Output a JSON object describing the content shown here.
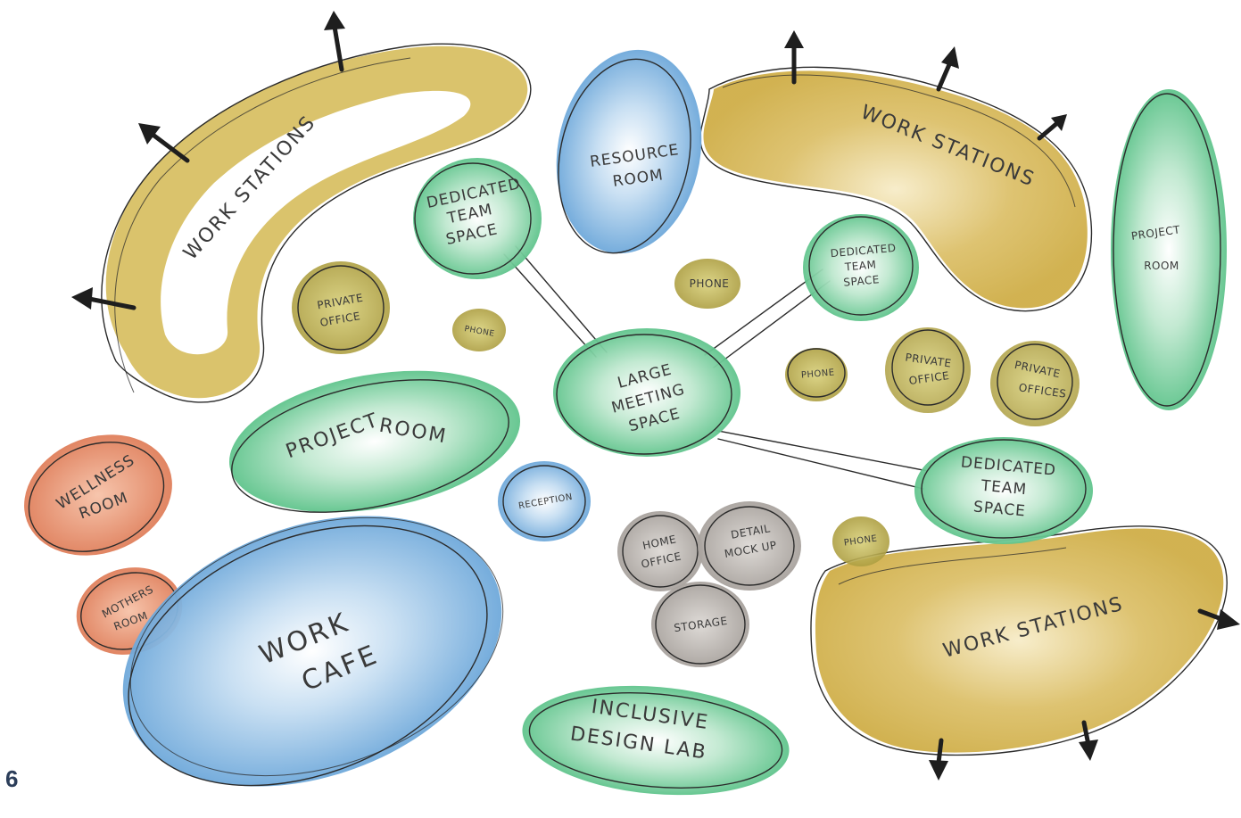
{
  "page_number": "6",
  "colors": {
    "workstations": "#d4b24c",
    "green": "#5cc48a",
    "blue": "#6fa8d8",
    "orange": "#e0805c",
    "olive": "#b5a84a",
    "gray": "#a9a4a0"
  },
  "labels": {
    "ws_topleft": "WORK STATIONS",
    "ws_topright": "WORK STATIONS",
    "ws_bottomright": "WORK STATIONS",
    "resource_room": [
      "RESOURCE",
      "ROOM"
    ],
    "dts_left": [
      "DEDICATED",
      "TEAM",
      "SPACE"
    ],
    "dts_top": [
      "DEDICATED",
      "TEAM",
      "SPACE"
    ],
    "dts_right": [
      "DEDICATED",
      "TEAM",
      "SPACE"
    ],
    "project_room_right": [
      "PROJECT",
      "ROOM"
    ],
    "project_room_left": [
      "PROJECT",
      "ROOM"
    ],
    "private_office_left": [
      "PRIVATE",
      "OFFICE"
    ],
    "private_office_mid": [
      "PRIVATE",
      "OFFICE"
    ],
    "private_offices": [
      "PRIVATE",
      "OFFICES"
    ],
    "phone_1": "PHONE",
    "phone_2": "PHONE",
    "phone_3": "PHONE",
    "phone_4": "PHONE",
    "large_meeting": [
      "LARGE",
      "MEETING",
      "SPACE"
    ],
    "reception": "RECEPTION",
    "wellness_room": [
      "WELLNESS",
      "ROOM"
    ],
    "mothers_room": [
      "MOTHERS",
      "ROOM"
    ],
    "work_cafe": [
      "WORK",
      "CAFE"
    ],
    "home_office": [
      "HOME",
      "OFFICE"
    ],
    "detail_mockup": [
      "DETAIL",
      "MOCK UP"
    ],
    "storage": "STORAGE",
    "inclusive_lab": [
      "INCLUSIVE",
      "DESIGN LAB"
    ]
  }
}
